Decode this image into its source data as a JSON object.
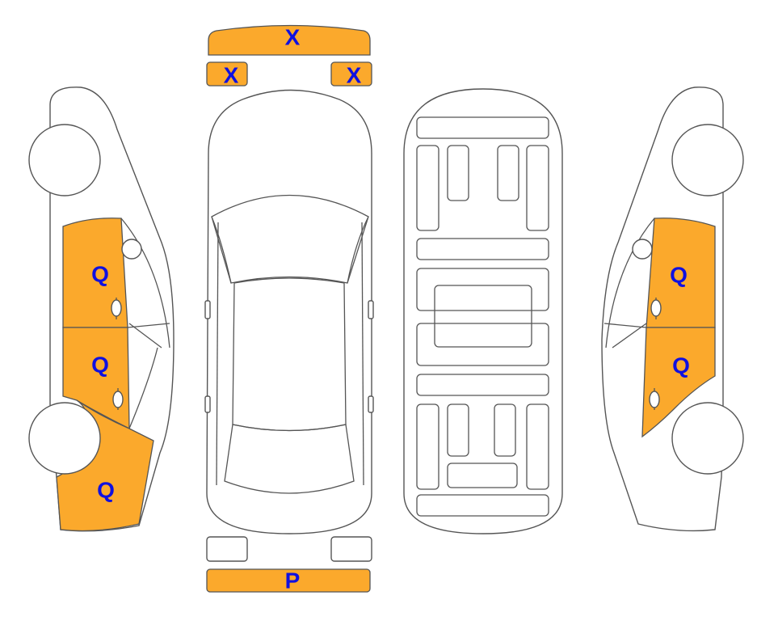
{
  "colors": {
    "damage_fill": "#FBA92C",
    "marker_text": "#1010E0",
    "outline": "#555555",
    "background": "#FFFFFF"
  },
  "markers": {
    "roof_bar": "X",
    "front_left_light": "X",
    "front_right_light": "X",
    "left_front_door": "Q",
    "left_rear_door": "Q",
    "left_rear_quarter": "Q",
    "right_front_door": "Q",
    "right_rear_door": "Q",
    "rear_bumper": "P"
  }
}
